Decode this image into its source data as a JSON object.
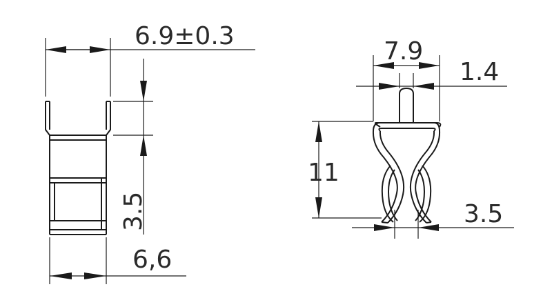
{
  "left_view": {
    "dims": {
      "top_width": "6.9±0.3",
      "height": "3.5",
      "bottom_width": "6,6"
    }
  },
  "right_view": {
    "dims": {
      "top_width": "7.9",
      "tab_width": "1.4",
      "height": "11",
      "gap": "3.5"
    }
  }
}
